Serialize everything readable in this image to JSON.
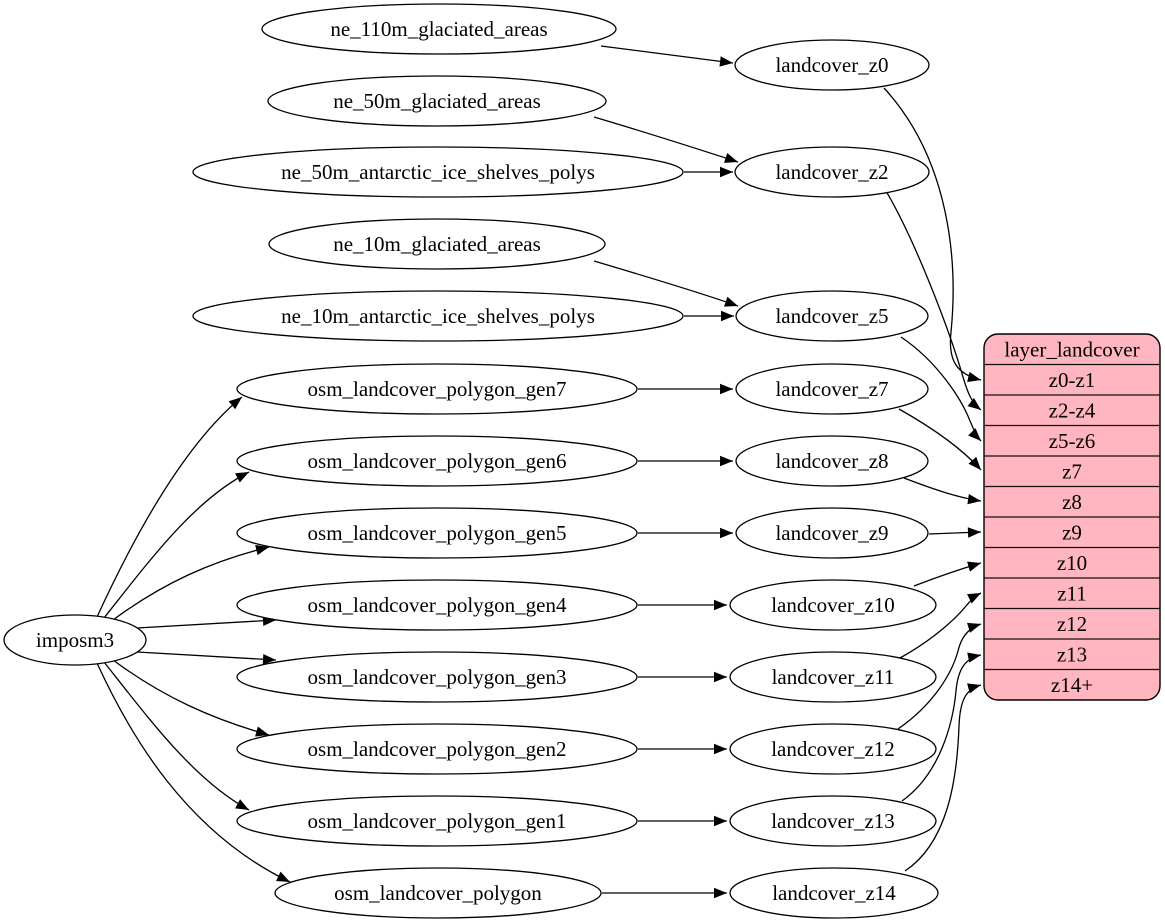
{
  "diagram": {
    "background_color": "#ffffff",
    "node_fill_color": "#ffffff",
    "stroke_color": "#000000",
    "nodes": [
      {
        "id": "ne_110m_glaciated_areas",
        "label": "ne_110m_glaciated_areas"
      },
      {
        "id": "ne_50m_glaciated_areas",
        "label": "ne_50m_glaciated_areas"
      },
      {
        "id": "ne_50m_antarctic_ice_shelves_polys",
        "label": "ne_50m_antarctic_ice_shelves_polys"
      },
      {
        "id": "ne_10m_glaciated_areas",
        "label": "ne_10m_glaciated_areas"
      },
      {
        "id": "ne_10m_antarctic_ice_shelves_polys",
        "label": "ne_10m_antarctic_ice_shelves_polys"
      },
      {
        "id": "osm_landcover_polygon_gen7",
        "label": "osm_landcover_polygon_gen7"
      },
      {
        "id": "osm_landcover_polygon_gen6",
        "label": "osm_landcover_polygon_gen6"
      },
      {
        "id": "osm_landcover_polygon_gen5",
        "label": "osm_landcover_polygon_gen5"
      },
      {
        "id": "osm_landcover_polygon_gen4",
        "label": "osm_landcover_polygon_gen4"
      },
      {
        "id": "osm_landcover_polygon_gen3",
        "label": "osm_landcover_polygon_gen3"
      },
      {
        "id": "osm_landcover_polygon_gen2",
        "label": "osm_landcover_polygon_gen2"
      },
      {
        "id": "osm_landcover_polygon_gen1",
        "label": "osm_landcover_polygon_gen1"
      },
      {
        "id": "osm_landcover_polygon",
        "label": "osm_landcover_polygon"
      },
      {
        "id": "imposm3",
        "label": "imposm3"
      },
      {
        "id": "landcover_z0",
        "label": "landcover_z0"
      },
      {
        "id": "landcover_z2",
        "label": "landcover_z2"
      },
      {
        "id": "landcover_z5",
        "label": "landcover_z5"
      },
      {
        "id": "landcover_z7",
        "label": "landcover_z7"
      },
      {
        "id": "landcover_z8",
        "label": "landcover_z8"
      },
      {
        "id": "landcover_z9",
        "label": "landcover_z9"
      },
      {
        "id": "landcover_z10",
        "label": "landcover_z10"
      },
      {
        "id": "landcover_z11",
        "label": "landcover_z11"
      },
      {
        "id": "landcover_z12",
        "label": "landcover_z12"
      },
      {
        "id": "landcover_z13",
        "label": "landcover_z13"
      },
      {
        "id": "landcover_z14",
        "label": "landcover_z14"
      }
    ],
    "table": {
      "id": "layer_landcover",
      "title": "layer_landcover",
      "fill_color": "#ffb6c1",
      "rows": [
        "z0-z1",
        "z2-z4",
        "z5-z6",
        "z7",
        "z8",
        "z9",
        "z10",
        "z11",
        "z12",
        "z13",
        "z14+"
      ]
    },
    "edges": [
      {
        "from": "ne_110m_glaciated_areas",
        "to": "landcover_z0"
      },
      {
        "from": "ne_50m_glaciated_areas",
        "to": "landcover_z2"
      },
      {
        "from": "ne_50m_antarctic_ice_shelves_polys",
        "to": "landcover_z2"
      },
      {
        "from": "ne_10m_glaciated_areas",
        "to": "landcover_z5"
      },
      {
        "from": "ne_10m_antarctic_ice_shelves_polys",
        "to": "landcover_z5"
      },
      {
        "from": "imposm3",
        "to": "osm_landcover_polygon_gen7"
      },
      {
        "from": "imposm3",
        "to": "osm_landcover_polygon_gen6"
      },
      {
        "from": "imposm3",
        "to": "osm_landcover_polygon_gen5"
      },
      {
        "from": "imposm3",
        "to": "osm_landcover_polygon_gen4"
      },
      {
        "from": "imposm3",
        "to": "osm_landcover_polygon_gen3"
      },
      {
        "from": "imposm3",
        "to": "osm_landcover_polygon_gen2"
      },
      {
        "from": "imposm3",
        "to": "osm_landcover_polygon_gen1"
      },
      {
        "from": "imposm3",
        "to": "osm_landcover_polygon"
      },
      {
        "from": "osm_landcover_polygon_gen7",
        "to": "landcover_z7"
      },
      {
        "from": "osm_landcover_polygon_gen6",
        "to": "landcover_z8"
      },
      {
        "from": "osm_landcover_polygon_gen5",
        "to": "landcover_z9"
      },
      {
        "from": "osm_landcover_polygon_gen4",
        "to": "landcover_z10"
      },
      {
        "from": "osm_landcover_polygon_gen3",
        "to": "landcover_z11"
      },
      {
        "from": "osm_landcover_polygon_gen2",
        "to": "landcover_z12"
      },
      {
        "from": "osm_landcover_polygon_gen1",
        "to": "landcover_z13"
      },
      {
        "from": "osm_landcover_polygon",
        "to": "landcover_z14"
      },
      {
        "from": "landcover_z0",
        "to": "layer_landcover",
        "port": "z0-z1"
      },
      {
        "from": "landcover_z2",
        "to": "layer_landcover",
        "port": "z2-z4"
      },
      {
        "from": "landcover_z5",
        "to": "layer_landcover",
        "port": "z5-z6"
      },
      {
        "from": "landcover_z7",
        "to": "layer_landcover",
        "port": "z7"
      },
      {
        "from": "landcover_z8",
        "to": "layer_landcover",
        "port": "z8"
      },
      {
        "from": "landcover_z9",
        "to": "layer_landcover",
        "port": "z9"
      },
      {
        "from": "landcover_z10",
        "to": "layer_landcover",
        "port": "z10"
      },
      {
        "from": "landcover_z11",
        "to": "layer_landcover",
        "port": "z11"
      },
      {
        "from": "landcover_z12",
        "to": "layer_landcover",
        "port": "z12"
      },
      {
        "from": "landcover_z13",
        "to": "layer_landcover",
        "port": "z13"
      },
      {
        "from": "landcover_z14",
        "to": "layer_landcover",
        "port": "z14+"
      }
    ]
  }
}
